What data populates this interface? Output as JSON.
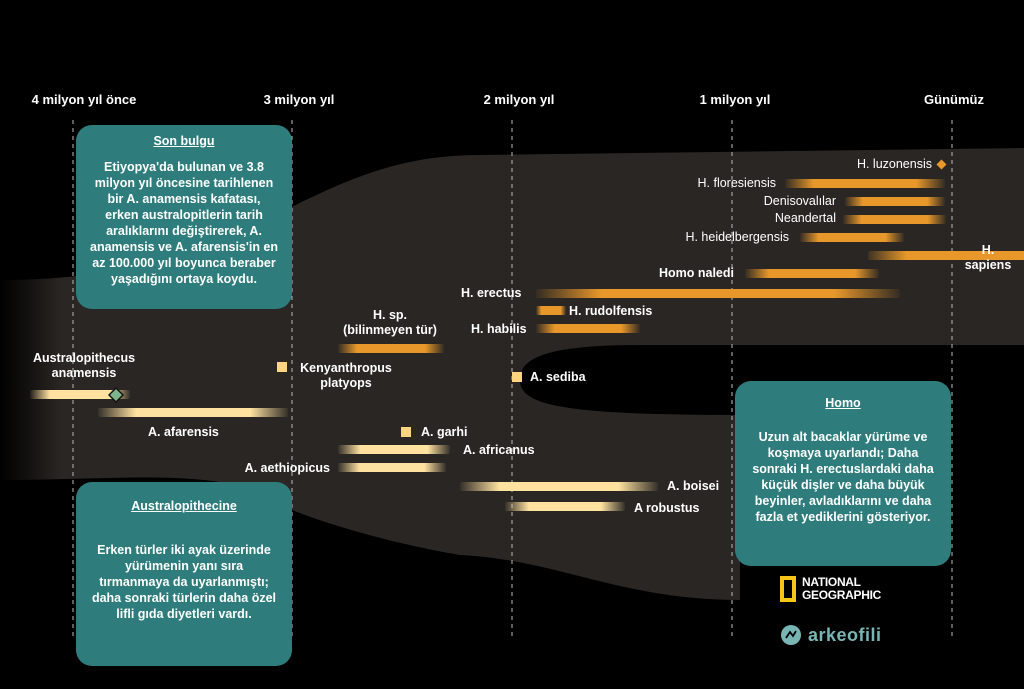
{
  "timeline": {
    "labels": [
      "4 milyon yıl önce",
      "3 milyon yıl",
      "2 milyon yıl",
      "1 milyon yıl",
      "Günümüz"
    ]
  },
  "species": {
    "anamensis": "Australopithecus\nanamensis",
    "afarensis": "A. afarensis",
    "kenyanthropus": "Kenyanthropus\nplatyops",
    "h_sp": "H. sp.\n(bilinmeyen tür)",
    "garhi": "A. garhi",
    "africanus": "A. africanus",
    "aethiopicus": "A. aethiopicus",
    "sediba": "A. sediba",
    "boisei": "A. boisei",
    "robustus": "A robustus",
    "habilis": "H. habilis",
    "rudolfensis": "H. rudolfensis",
    "erectus": "H. erectus",
    "naledi": "Homo naledi",
    "heidelbergensis": "H. heidelbergensis",
    "neandertal": "Neandertal",
    "denisova": "Denisovalılar",
    "floresiensis": "H. floresiensis",
    "luzonensis": "H. luzonensis",
    "sapiens": "H.\nsapiens"
  },
  "boxes": {
    "son_bulgu": {
      "title": "Son bulgu",
      "text": "Etiyopya'da bulunan ve 3.8 milyon yıl öncesine tarihlenen bir A. anamensis kafatası, erken australopitlerin tarih aralıklarını değiştirerek, A. anamensis ve A. afarensis'in en az 100.000 yıl boyunca beraber yaşadığını ortaya koydu."
    },
    "australopithecine": {
      "title": "Australopithecine",
      "text": "Erken türler iki ayak üzerinde yürümenin yanı sıra tırmanmaya da uyarlanmıştı; daha sonraki türlerin daha özel lifli gıda diyetleri vardı."
    },
    "homo": {
      "title": "Homo",
      "text": "Uzun alt bacaklar yürüme ve koşmaya uyarlandı; Daha sonraki H. erectuslardaki daha küçük dişler ve daha büyük beyinler, avladıklarını ve daha fazla et yediklerini gösteriyor."
    }
  },
  "logos": {
    "natgeo": "NATIONAL\nGEOGRAPHIC",
    "arkeofili": "arkeofili"
  },
  "colors": {
    "teal_box": "#2e7c7c",
    "bar_light": "#ffe2a0",
    "bar_orange": "#e8982a"
  }
}
